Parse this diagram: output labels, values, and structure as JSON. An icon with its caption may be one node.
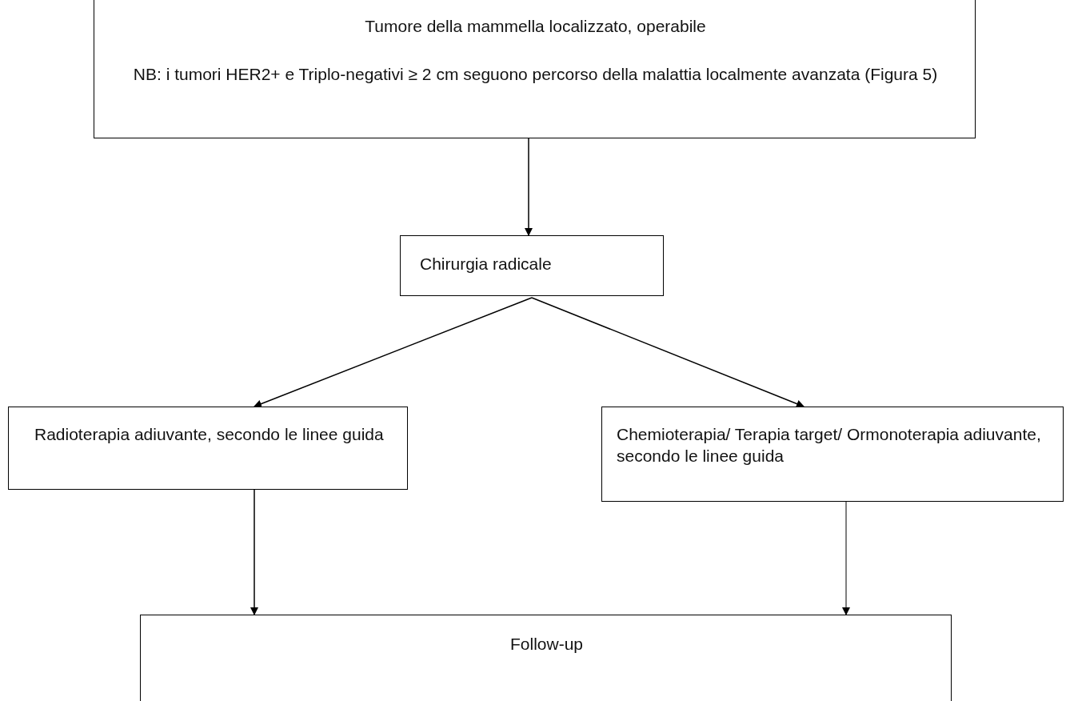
{
  "diagram": {
    "nodes": [
      {
        "text": [
          "Tumore della mammella localizzato, operabile",
          "NB: i tumori HER2+ e Triplo-negativi ≥ 2 cm seguono percorso della malattia localmente avanzata (Figura 5)"
        ]
      },
      {
        "text": [
          "Chirurgia radicale"
        ]
      },
      {
        "text": [
          "Radioterapia adiuvante, secondo le linee guida"
        ]
      },
      {
        "text": [
          "Chemioterapia/ Terapia target/ Ormonoterapia adiuvante, secondo le linee guida"
        ]
      },
      {
        "text": [
          "Follow-up"
        ]
      }
    ],
    "edges": [
      {
        "from": 0,
        "to": 1,
        "arrow": "to"
      },
      {
        "from": 1,
        "to": 2,
        "arrow": "to"
      },
      {
        "from": 1,
        "to": 3,
        "arrow": "to"
      },
      {
        "from": 2,
        "to": 4,
        "arrow": "to"
      },
      {
        "from": 3,
        "to": 4,
        "arrow": "to"
      }
    ]
  }
}
